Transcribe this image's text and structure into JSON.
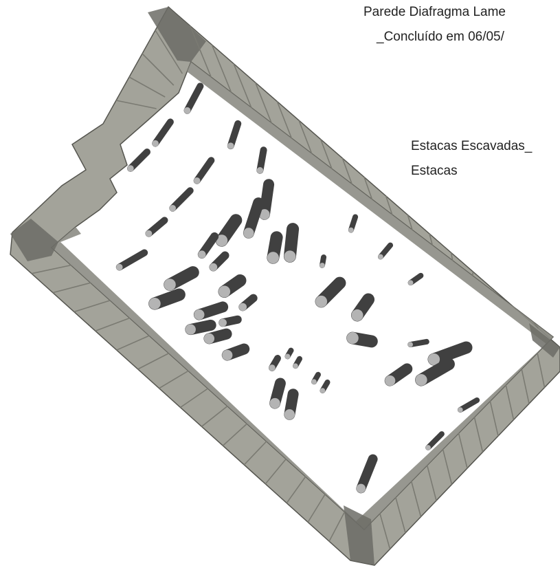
{
  "labels": {
    "diaphragm_wall_line1": "Parede Diafragma Lame",
    "diaphragm_wall_line2": "_Concluído em 06/05/",
    "piles_line1": "Estacas Escavadas_",
    "piles_line2": "Estacas"
  },
  "colors": {
    "wall_top": "#a3a39a",
    "wall_face": "#8c8c84",
    "wall_dark": "#6c6c66",
    "wall_seam": "#7a7a72",
    "pile_body": "#404040",
    "pile_cap": "#b4b4b4",
    "floor": "#ffffff"
  },
  "model": {
    "view": "3D top-down isometric",
    "elements": [
      "diaphragm wall panels",
      "bored piles"
    ]
  }
}
